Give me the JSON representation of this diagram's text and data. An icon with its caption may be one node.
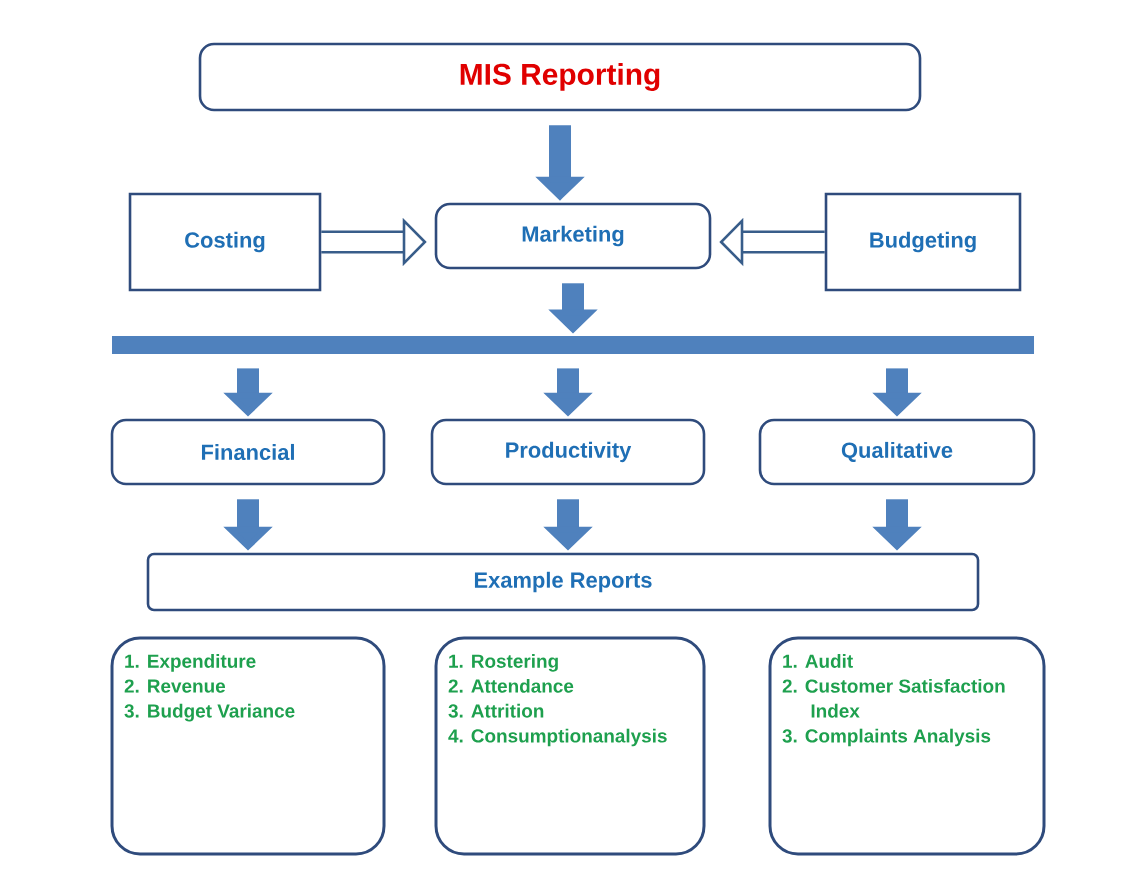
{
  "diagram": {
    "nodes": [
      {
        "text": [
          "MIS Reporting"
        ]
      },
      {
        "text": [
          "Costing"
        ]
      },
      {
        "text": [
          "Marketing"
        ]
      },
      {
        "text": [
          "Budgeting"
        ]
      },
      {
        "text": [],
        "shape": "bar"
      },
      {
        "text": [
          "Financial"
        ]
      },
      {
        "text": [
          "Productivity"
        ]
      },
      {
        "text": [
          "Qualitative"
        ]
      },
      {
        "text": [
          "Example Reports"
        ]
      },
      {
        "text": [
          "1. Expenditure",
          "2. Revenue",
          "3. Budget Variance"
        ]
      },
      {
        "text": [
          "1. Rostering",
          "2. Attendance",
          "3. Attrition",
          "4. Consumptionanalysis"
        ]
      },
      {
        "text": [
          "1. Audit",
          "2. Customer Satisfaction Index",
          "3. Complaints Analysis"
        ]
      }
    ],
    "edges": [
      {
        "from": 0,
        "to": 2,
        "arrow": "to"
      },
      {
        "from": 1,
        "to": 2,
        "arrow": "to"
      },
      {
        "from": 3,
        "to": 2,
        "arrow": "to"
      },
      {
        "from": 2,
        "to": 4,
        "arrow": "to"
      },
      {
        "from": 4,
        "to": 5,
        "arrow": "to"
      },
      {
        "from": 4,
        "to": 6,
        "arrow": "to"
      },
      {
        "from": 4,
        "to": 7,
        "arrow": "to"
      },
      {
        "from": 5,
        "to": 8,
        "arrow": "to"
      },
      {
        "from": 6,
        "to": 8,
        "arrow": "to"
      },
      {
        "from": 7,
        "to": 8,
        "arrow": "to"
      }
    ]
  }
}
